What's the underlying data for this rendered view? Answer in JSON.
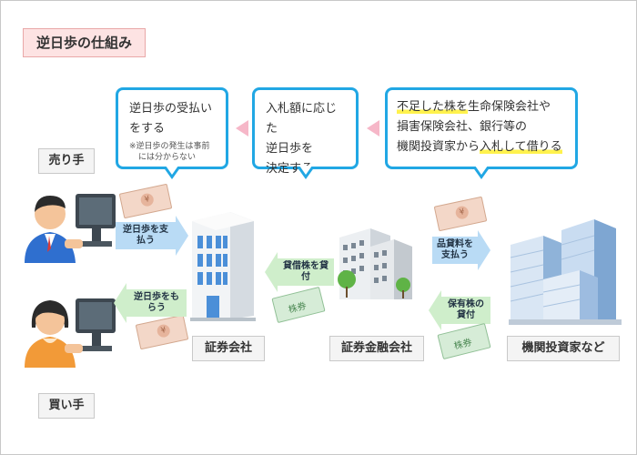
{
  "title": "逆日歩の仕組み",
  "callouts": {
    "left": {
      "line1": "逆日歩の受払い",
      "line2": "をする",
      "note1": "※逆日歩の発生は事前",
      "note2": "には分からない"
    },
    "middle": {
      "line1": "入札額に応じた",
      "line2": "逆日歩を",
      "line3": "決定する"
    },
    "right": {
      "l1_a": "不足した",
      "l1_b": "株を",
      "l1_c": "生命保険会社や",
      "line2": "損害保険会社、銀行等の",
      "l3_a": "機関投資家から",
      "l3_b": "入札して借りる"
    }
  },
  "actors": {
    "seller": "売り手",
    "buyer": "買い手",
    "securities_company": "証券会社",
    "finance_company": "証券金融会社",
    "institutional": "機関投資家など"
  },
  "arrows": {
    "pay_reverse_fee": "逆日歩を支払う",
    "receive_reverse_fee": "逆日歩をもらう",
    "lend_stock": "貸借株を貸付",
    "pay_lending_fee": "品貸料を支払う",
    "lend_owned_stock": "保有株の貸付"
  },
  "stock_certificate_label": "株券",
  "colors": {
    "callout_border": "#21a7e4",
    "blue_arrow": "#b9dbf5",
    "green_arrow": "#cfeecb",
    "title_bg": "#fde3e3"
  }
}
